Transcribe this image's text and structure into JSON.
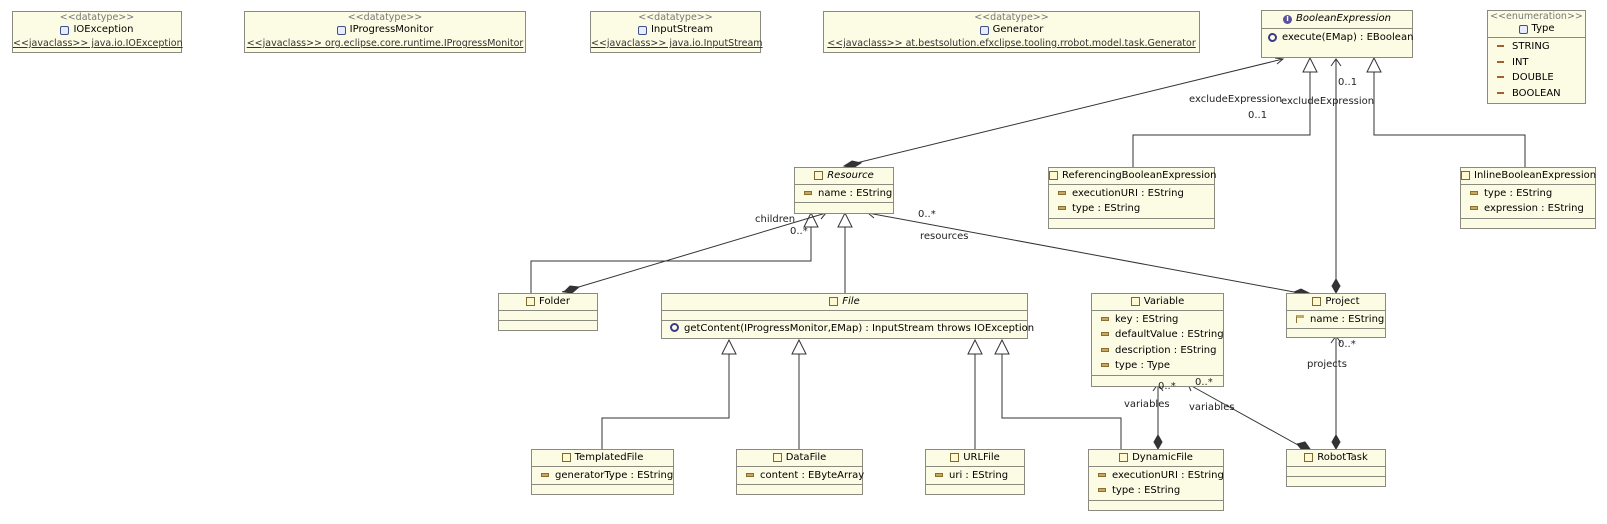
{
  "datatypes": [
    {
      "stereotype": "<<datatype>>",
      "name": "IOException",
      "javaclass": "<<javaclass>> java.io.IOException"
    },
    {
      "stereotype": "<<datatype>>",
      "name": "IProgressMonitor",
      "javaclass": "<<javaclass>> org.eclipse.core.runtime.IProgressMonitor"
    },
    {
      "stereotype": "<<datatype>>",
      "name": "InputStream",
      "javaclass": "<<javaclass>> java.io.InputStream"
    },
    {
      "stereotype": "<<datatype>>",
      "name": "Generator",
      "javaclass": "<<javaclass>> at.bestsolution.efxclipse.tooling.rrobot.model.task.Generator"
    }
  ],
  "boolean_expression": {
    "name": "BooleanExpression",
    "operations": [
      "execute(EMap) : EBoolean"
    ]
  },
  "type_enum": {
    "stereotype": "<<enumeration>>",
    "name": "Type",
    "literals": [
      "STRING",
      "INT",
      "DOUBLE",
      "BOOLEAN"
    ]
  },
  "resource": {
    "name": "Resource",
    "attributes": [
      "name : EString"
    ]
  },
  "referencing_boolean_expression": {
    "name": "ReferencingBooleanExpression",
    "attributes": [
      "executionURI : EString",
      "type : EString"
    ]
  },
  "inline_boolean_expression": {
    "name": "InlineBooleanExpression",
    "attributes": [
      "type : EString",
      "expression : EString"
    ]
  },
  "folder": {
    "name": "Folder"
  },
  "file": {
    "name": "File",
    "operations": [
      "getContent(IProgressMonitor,EMap) : InputStream throws IOException"
    ]
  },
  "variable": {
    "name": "Variable",
    "attributes": [
      "key : EString",
      "defaultValue : EString",
      "description : EString",
      "type : Type"
    ]
  },
  "project": {
    "name": "Project",
    "attributes": [
      "name : EString"
    ]
  },
  "templated_file": {
    "name": "TemplatedFile",
    "attributes": [
      "generatorType : EString"
    ]
  },
  "data_file": {
    "name": "DataFile",
    "attributes": [
      "content : EByteArray"
    ]
  },
  "url_file": {
    "name": "URLFile",
    "attributes": [
      "uri : EString"
    ]
  },
  "dynamic_file": {
    "name": "DynamicFile",
    "attributes": [
      "executionURI : EString",
      "type : EString"
    ]
  },
  "robot_task": {
    "name": "RobotTask"
  },
  "edge_labels": {
    "resource_exclude_role": "excludeExpression",
    "resource_exclude_mult": "0..1",
    "project_exclude_role": "excludeExpression",
    "project_exclude_mult": "0..1",
    "children_role": "children",
    "children_mult": "0..*",
    "resources_mult": "0..*",
    "resources_role": "resources",
    "projects_mult": "0..*",
    "projects_role": "projects",
    "dynamic_variables_mult": "0..*",
    "dynamic_variables_role": "variables",
    "task_variables_mult": "0..*",
    "task_variables_role": "variables"
  }
}
